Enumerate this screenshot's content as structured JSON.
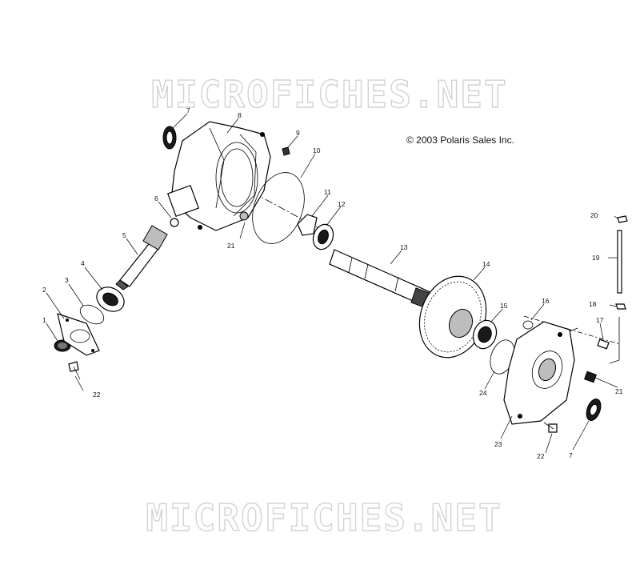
{
  "watermarks": [
    "MICROFICHES.NET",
    "MICROFICHES.NET"
  ],
  "copyright": "© 2003 Polaris Sales Inc.",
  "callouts": [
    {
      "id": "c1",
      "label": "1"
    },
    {
      "id": "c2",
      "label": "2"
    },
    {
      "id": "c3",
      "label": "3"
    },
    {
      "id": "c4",
      "label": "4"
    },
    {
      "id": "c5",
      "label": "5"
    },
    {
      "id": "c6",
      "label": "6"
    },
    {
      "id": "c7a",
      "label": "7"
    },
    {
      "id": "c8",
      "label": "8"
    },
    {
      "id": "c9",
      "label": "9"
    },
    {
      "id": "c10",
      "label": "10"
    },
    {
      "id": "c11",
      "label": "11"
    },
    {
      "id": "c12",
      "label": "12"
    },
    {
      "id": "c13",
      "label": "13"
    },
    {
      "id": "c14",
      "label": "14"
    },
    {
      "id": "c15",
      "label": "15"
    },
    {
      "id": "c16",
      "label": "16"
    },
    {
      "id": "c17",
      "label": "17"
    },
    {
      "id": "c18",
      "label": "18"
    },
    {
      "id": "c19",
      "label": "19"
    },
    {
      "id": "c20",
      "label": "20"
    },
    {
      "id": "c21a",
      "label": "21"
    },
    {
      "id": "c21b",
      "label": "21"
    },
    {
      "id": "c22a",
      "label": "22"
    },
    {
      "id": "c22b",
      "label": "22"
    },
    {
      "id": "c23",
      "label": "23"
    },
    {
      "id": "c24",
      "label": "24"
    },
    {
      "id": "c7b",
      "label": "7"
    }
  ]
}
